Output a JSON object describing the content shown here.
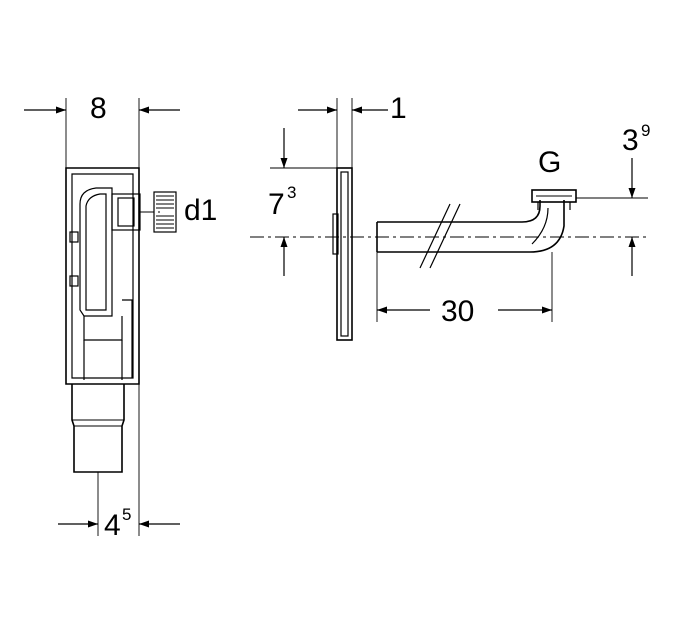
{
  "dimensions": {
    "width_front": "8",
    "thickness": "1",
    "connector_label": "d1",
    "thread_label": "G",
    "height_offset_main": "7",
    "height_offset_main_sup": "3",
    "thread_height_main": "3",
    "thread_height_sup": "9",
    "pipe_length": "30",
    "outlet_offset_main": "4",
    "outlet_offset_sup": "5"
  }
}
